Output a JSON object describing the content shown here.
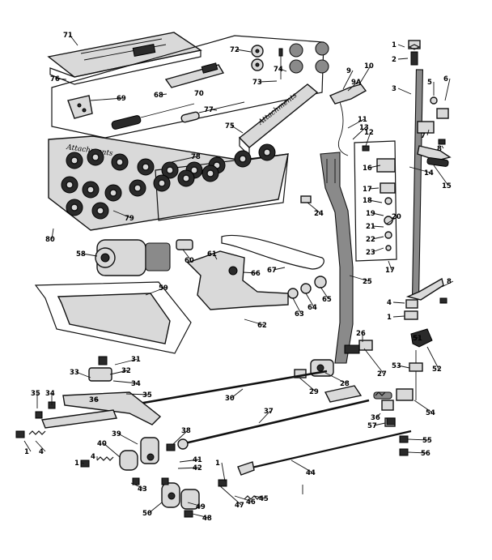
{
  "diagram": {
    "box_text": "Attachments",
    "case_text": "Attachments",
    "label_values": [
      "1",
      "2",
      "3",
      "4",
      "5",
      "6",
      "7",
      "8",
      "9",
      "9A",
      "10",
      "11",
      "12",
      "13",
      "14",
      "15",
      "16",
      "17",
      "18",
      "19",
      "20",
      "21",
      "22",
      "23",
      "24",
      "25",
      "26",
      "27",
      "28",
      "29",
      "30",
      "31",
      "32",
      "33",
      "34",
      "35",
      "36",
      "37",
      "38",
      "39",
      "40",
      "41",
      "42",
      "43",
      "44",
      "45",
      "46",
      "47",
      "48",
      "49",
      "50",
      "51",
      "52",
      "53",
      "54",
      "55",
      "56",
      "57",
      "58",
      "59",
      "60",
      "61",
      "62",
      "63",
      "64",
      "65",
      "66",
      "67",
      "68",
      "69",
      "70",
      "71",
      "72",
      "73",
      "74",
      "75",
      "76",
      "77",
      "78",
      "79",
      "80"
    ]
  },
  "labels": [
    {
      "id": "l1a",
      "text": "1"
    },
    {
      "id": "l2",
      "text": "2"
    },
    {
      "id": "l3",
      "text": "3"
    },
    {
      "id": "l5",
      "text": "5"
    },
    {
      "id": "l6",
      "text": "6"
    },
    {
      "id": "l7",
      "text": "7"
    },
    {
      "id": "l8a",
      "text": "8"
    },
    {
      "id": "l9",
      "text": "9"
    },
    {
      "id": "l9A",
      "text": "9A"
    },
    {
      "id": "l10",
      "text": "10"
    },
    {
      "id": "l11",
      "text": "11"
    },
    {
      "id": "l12",
      "text": "12"
    },
    {
      "id": "l13",
      "text": "13"
    },
    {
      "id": "l14",
      "text": "14"
    },
    {
      "id": "l15",
      "text": "15"
    },
    {
      "id": "l16",
      "text": "16"
    },
    {
      "id": "l17",
      "text": "17"
    },
    {
      "id": "l17b",
      "text": "17"
    },
    {
      "id": "l18",
      "text": "18"
    },
    {
      "id": "l19",
      "text": "19"
    },
    {
      "id": "l20",
      "text": "20"
    },
    {
      "id": "l21",
      "text": "21"
    },
    {
      "id": "l22",
      "text": "22"
    },
    {
      "id": "l23",
      "text": "23"
    },
    {
      "id": "l8b",
      "text": "8"
    },
    {
      "id": "l4a",
      "text": "4"
    },
    {
      "id": "l1b",
      "text": "1"
    },
    {
      "id": "l24",
      "text": "24"
    },
    {
      "id": "l25",
      "text": "25"
    },
    {
      "id": "l26",
      "text": "26"
    },
    {
      "id": "l27",
      "text": "27"
    },
    {
      "id": "l28",
      "text": "28"
    },
    {
      "id": "l29",
      "text": "29"
    },
    {
      "id": "l30",
      "text": "30"
    },
    {
      "id": "l31",
      "text": "31"
    },
    {
      "id": "l32",
      "text": "32"
    },
    {
      "id": "l33",
      "text": "33"
    },
    {
      "id": "l34",
      "text": "34"
    },
    {
      "id": "l35",
      "text": "35"
    },
    {
      "id": "l35b",
      "text": "35"
    },
    {
      "id": "l34b",
      "text": "34"
    },
    {
      "id": "l36",
      "text": "36"
    },
    {
      "id": "l36b",
      "text": "36"
    },
    {
      "id": "l37",
      "text": "37"
    },
    {
      "id": "l38",
      "text": "38"
    },
    {
      "id": "l39",
      "text": "39"
    },
    {
      "id": "l40",
      "text": "40"
    },
    {
      "id": "l41",
      "text": "41"
    },
    {
      "id": "l42",
      "text": "42"
    },
    {
      "id": "l43",
      "text": "43"
    },
    {
      "id": "l44",
      "text": "44"
    },
    {
      "id": "l45",
      "text": "45"
    },
    {
      "id": "l46",
      "text": "46"
    },
    {
      "id": "l47",
      "text": "47"
    },
    {
      "id": "l48",
      "text": "48"
    },
    {
      "id": "l49",
      "text": "49"
    },
    {
      "id": "l50",
      "text": "50"
    },
    {
      "id": "l51",
      "text": "51"
    },
    {
      "id": "l52",
      "text": "52"
    },
    {
      "id": "l53",
      "text": "53"
    },
    {
      "id": "l54",
      "text": "54"
    },
    {
      "id": "l55",
      "text": "55"
    },
    {
      "id": "l56",
      "text": "56"
    },
    {
      "id": "l57",
      "text": "57"
    },
    {
      "id": "l58",
      "text": "58"
    },
    {
      "id": "l59",
      "text": "59"
    },
    {
      "id": "l60",
      "text": "60"
    },
    {
      "id": "l61",
      "text": "61"
    },
    {
      "id": "l62",
      "text": "62"
    },
    {
      "id": "l63",
      "text": "63"
    },
    {
      "id": "l64",
      "text": "64"
    },
    {
      "id": "l65",
      "text": "65"
    },
    {
      "id": "l66",
      "text": "66"
    },
    {
      "id": "l67",
      "text": "67"
    },
    {
      "id": "l68",
      "text": "68"
    },
    {
      "id": "l69",
      "text": "69"
    },
    {
      "id": "l70",
      "text": "70"
    },
    {
      "id": "l71",
      "text": "71"
    },
    {
      "id": "l72",
      "text": "72"
    },
    {
      "id": "l73",
      "text": "73"
    },
    {
      "id": "l74",
      "text": "74"
    },
    {
      "id": "l75",
      "text": "75"
    },
    {
      "id": "l76",
      "text": "76"
    },
    {
      "id": "l77",
      "text": "77"
    },
    {
      "id": "l78",
      "text": "78"
    },
    {
      "id": "l79",
      "text": "79"
    },
    {
      "id": "l80",
      "text": "80"
    },
    {
      "id": "l1c",
      "text": "1"
    },
    {
      "id": "l4b",
      "text": "4"
    },
    {
      "id": "l1d",
      "text": "1"
    },
    {
      "id": "l4c",
      "text": "4"
    },
    {
      "id": "l1e",
      "text": "1"
    }
  ]
}
